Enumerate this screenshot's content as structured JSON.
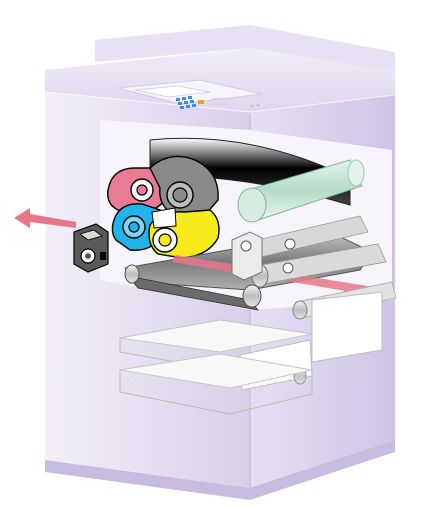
{
  "illustration": {
    "subject": "printer-cutaway",
    "colors": {
      "housing_light": "#efeaf7",
      "housing_mid": "#ddd5ef",
      "housing_dark": "#c9bfe2",
      "housing_shadow": "#b7abd6",
      "magenta": "#e87c95",
      "cyan": "#20b4ea",
      "yellow": "#f7ea1a",
      "black_unit": "#8a8a8a",
      "drum_green": "#bfe0cf",
      "belt_gray": "#9a9a9a",
      "roller_gray": "#d2d2d2",
      "paper_path": "#e8758a",
      "paper_white": "#fafafa",
      "keypad_blue": "#3a8fe0",
      "keypad_orange": "#f0a020"
    },
    "toner_units": [
      {
        "name": "magenta-toner-unit",
        "color": "#e87c95"
      },
      {
        "name": "black-toner-unit",
        "color": "#8a8a8a"
      },
      {
        "name": "cyan-toner-unit",
        "color": "#20b4ea"
      },
      {
        "name": "yellow-toner-unit",
        "color": "#f7ea1a"
      }
    ],
    "icons": [
      "output-arrow-icon",
      "paper-feed-arrow-icon",
      "keypad-icon"
    ]
  }
}
